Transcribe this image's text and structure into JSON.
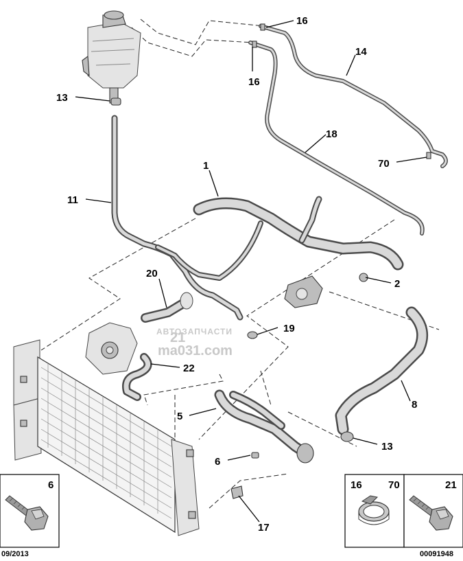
{
  "callouts": {
    "c16a": "16",
    "c16b": "16",
    "c14": "14",
    "c13a": "13",
    "c18": "18",
    "c70": "70",
    "c1": "1",
    "c11": "11",
    "c20": "20",
    "c2": "2",
    "c19": "19",
    "c22": "22",
    "c8": "8",
    "c5": "5",
    "c6": "6",
    "c13b": "13",
    "c17": "17"
  },
  "inset_boxes": {
    "left": {
      "label": "6"
    },
    "middle": {
      "label_a": "16",
      "label_b": "70"
    },
    "right": {
      "label": "21"
    }
  },
  "watermark": {
    "line1": "АВТОЗАПЧАСТИ",
    "line2": "ma031.com",
    "ref_21": "21"
  },
  "footer": {
    "date": "09/2013",
    "ref": "00091948"
  }
}
